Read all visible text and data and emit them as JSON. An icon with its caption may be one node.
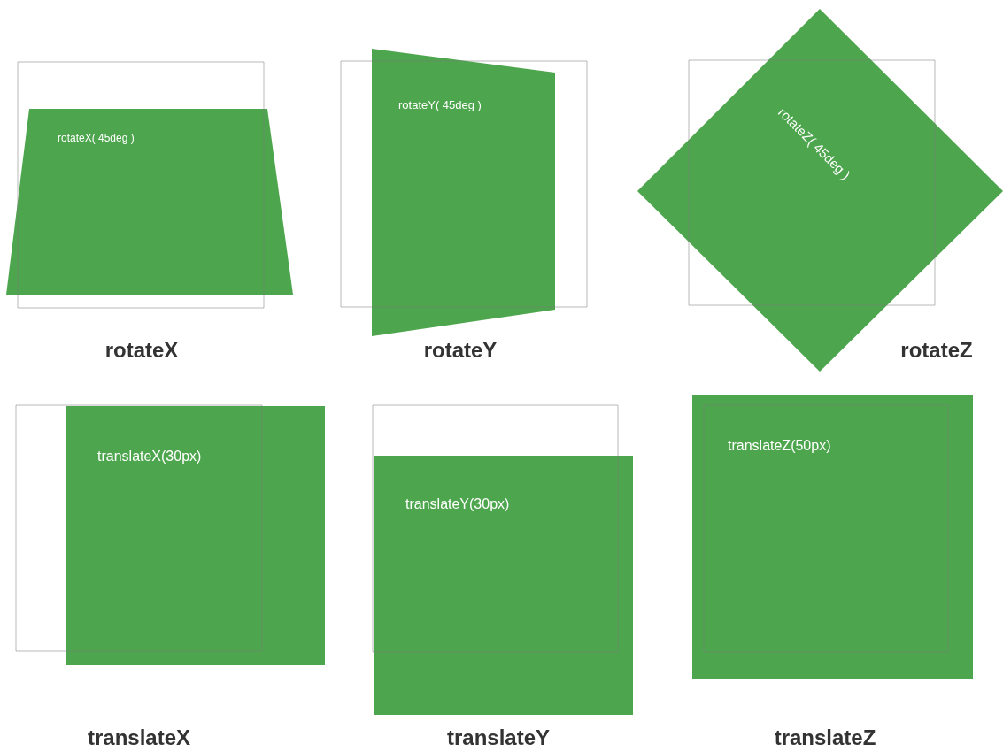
{
  "diagram": {
    "nodes": [
      {
        "text": [
          "rotateX( 45deg )"
        ],
        "beside": [
          "rotateX"
        ]
      },
      {
        "text": [
          "rotateY( 45deg )"
        ],
        "beside": [
          "rotateY"
        ]
      },
      {
        "text": [
          "rotateZ( 45deg )"
        ],
        "beside": [
          "rotateZ"
        ]
      },
      {
        "text": [
          "translateX(30px)"
        ],
        "beside": [
          "translateX"
        ]
      },
      {
        "text": [
          "translateY(30px)"
        ],
        "beside": [
          "translateY"
        ]
      },
      {
        "text": [
          "translateZ(50px)"
        ],
        "beside": [
          "translateZ"
        ]
      }
    ]
  }
}
